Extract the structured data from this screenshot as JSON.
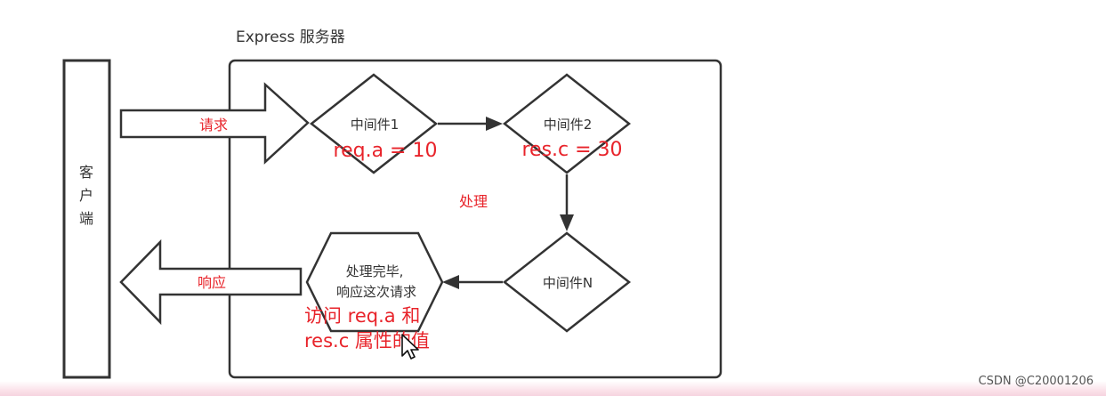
{
  "server": {
    "title": "Express 服务器"
  },
  "client": {
    "label": "客户端"
  },
  "arrows": {
    "request": "请求",
    "response": "响应"
  },
  "nodes": {
    "m1": {
      "label": "中间件1",
      "note": "req.a = 10"
    },
    "m2": {
      "label": "中间件2",
      "note": "res.c = 30"
    },
    "mn": {
      "label": "中间件N"
    },
    "done": {
      "line1": "处理完毕,",
      "line2": "响应这次请求"
    }
  },
  "process_label": "处理",
  "annotation": {
    "line1": "访问 req.a 和",
    "line2": "res.c 属性的值"
  },
  "watermark": "CSDN @C20001206",
  "colors": {
    "accent_red": "#e8232a",
    "stroke": "#333333",
    "text": "#333333"
  }
}
